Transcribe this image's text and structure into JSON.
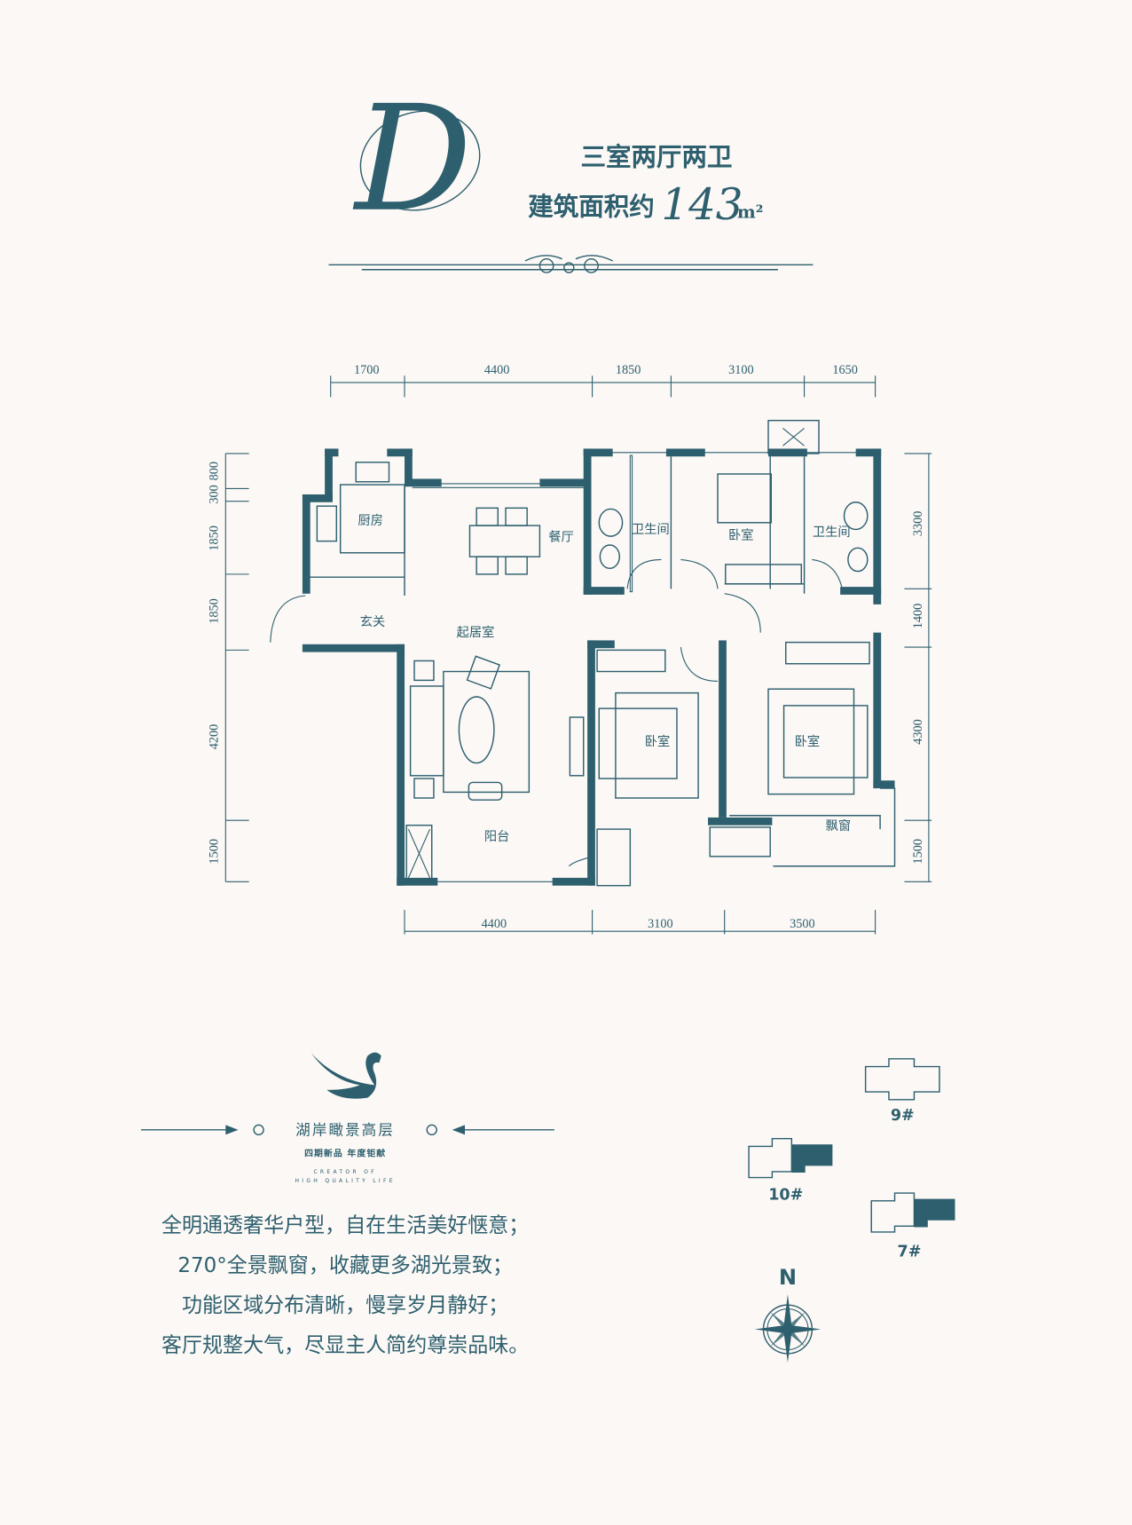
{
  "header": {
    "logo_letter": "D",
    "layout_title": "三室两厅两卫",
    "area_label": "建筑面积约",
    "area_value": "143",
    "area_unit": "m²"
  },
  "floor_plan": {
    "top_dims": [
      "1700",
      "4400",
      "1850",
      "3100",
      "1650"
    ],
    "bottom_dims": [
      "4400",
      "3100",
      "3500"
    ],
    "left_dims": [
      "800",
      "300",
      "1850",
      "1850",
      "4200",
      "1500"
    ],
    "right_dims": [
      "3300",
      "1400",
      "4300",
      "1500"
    ],
    "rooms": {
      "kitchen": "厨房",
      "dining": "餐厅",
      "bath1": "卫生间",
      "bedroom1": "卧室",
      "bath2": "卫生间",
      "foyer": "玄关",
      "living": "起居室",
      "bedroom2": "卧室",
      "bedroom3": "卧室",
      "balcony": "阳台",
      "bay_window": "飘窗"
    }
  },
  "brand": {
    "name": "湖岸瞰景高层",
    "slogan": "四期新品  年度钜献",
    "tagline1": "CREATOR OF",
    "tagline2": "HIGH QUALITY LIFE"
  },
  "description": [
    "全明通透奢华户型，自在生活美好惬意；",
    "270°全景飘窗，收藏更多湖光景致；",
    "功能区域分布清晰，慢享岁月静好；",
    "客厅规整大气，尽显主人简约尊崇品味。"
  ],
  "key_plan": {
    "buildings": [
      "9#",
      "10#",
      "7#"
    ],
    "north": "N"
  },
  "colors": {
    "accent": "#2e5f6e",
    "background": "#fbf8f5"
  }
}
